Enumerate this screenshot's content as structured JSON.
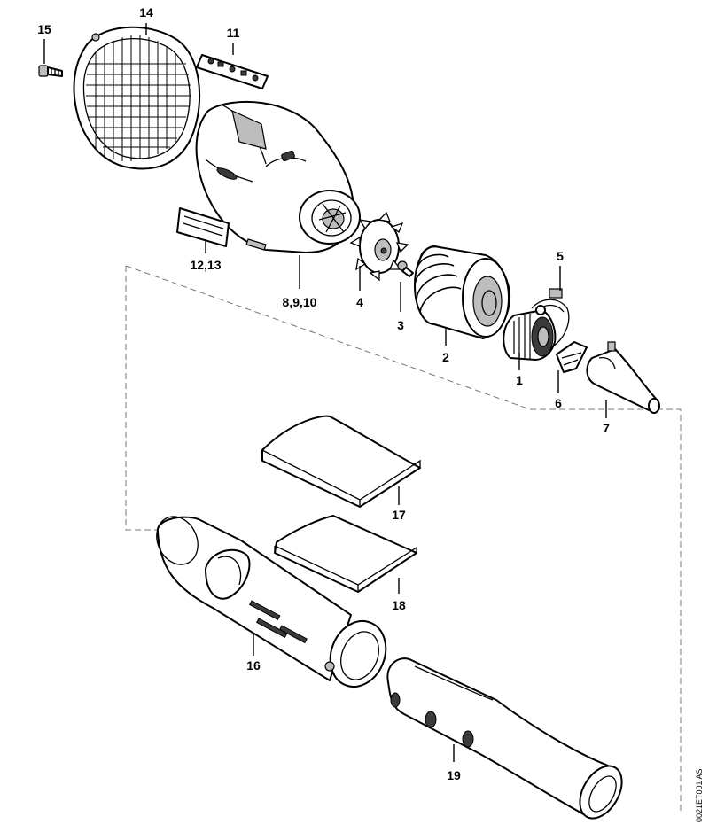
{
  "callouts": {
    "p1": "1",
    "p2": "2",
    "p3": "3",
    "p4": "4",
    "p5": "5",
    "p6": "6",
    "p7": "7",
    "p8": "8,9,10",
    "p11": "11",
    "p12": "12,13",
    "p14": "14",
    "p15": "15",
    "p16": "16",
    "p17": "17",
    "p18": "18",
    "p19": "19"
  },
  "drawing_code": "0021ET001 AS"
}
